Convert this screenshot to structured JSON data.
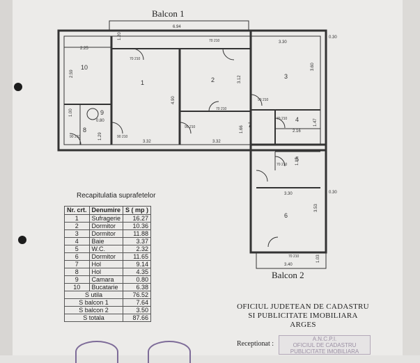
{
  "balconies": {
    "balcon1": "Balcon 1",
    "balcon2": "Balcon 2"
  },
  "rooms": [
    "1",
    "2",
    "3",
    "4",
    "5",
    "6",
    "7",
    "8",
    "9",
    "10"
  ],
  "dimensions": [
    "6.94",
    "2.25",
    "2.59",
    "4.90",
    "3.12",
    "3.30",
    "3.60",
    "2.16",
    "1.47",
    "3.32",
    "3.32",
    "1.66",
    "3.30",
    "3.53",
    "3.40",
    "1.03",
    "0.30",
    "0.30",
    "1.15",
    "1.20",
    "0.80",
    "1.29",
    "1.00"
  ],
  "doors": [
    "70 210",
    "90 210",
    "90 210",
    "70 210",
    "70 210",
    "70 210",
    "70 210",
    "90 210",
    "90 210",
    "70 210"
  ],
  "recap": {
    "title": "Recapitulatia suprafetelor",
    "headers": {
      "nr": "Nr. crt.",
      "name": "Denumire",
      "area": "S ( mp )"
    },
    "rows": [
      {
        "nr": "1",
        "name": "Sufragerie",
        "area": "16.27"
      },
      {
        "nr": "2",
        "name": "Dormitor",
        "area": "10.36"
      },
      {
        "nr": "3",
        "name": "Dormitor",
        "area": "11.88"
      },
      {
        "nr": "4",
        "name": "Baie",
        "area": "3.37"
      },
      {
        "nr": "5",
        "name": "W.C.",
        "area": "2.32"
      },
      {
        "nr": "6",
        "name": "Dormitor",
        "area": "11.65"
      },
      {
        "nr": "7",
        "name": "Hol",
        "area": "9.14"
      },
      {
        "nr": "8",
        "name": "Hol",
        "area": "4.35"
      },
      {
        "nr": "9",
        "name": "Camara",
        "area": "0.80"
      },
      {
        "nr": "10",
        "name": "Bucatarie",
        "area": "6.38"
      }
    ],
    "totals": [
      {
        "label": "S utila",
        "value": "76.52"
      },
      {
        "label": "S balcon 1",
        "value": "7.64"
      },
      {
        "label": "S balcon 2",
        "value": "3.50"
      },
      {
        "label": "S totala",
        "value": "87.66"
      }
    ]
  },
  "office": {
    "line1": "OFICIUL JUDETEAN DE CADASTRU",
    "line2": "SI PUBLICITATE IMOBILIARA",
    "line3": "ARGES",
    "received_label": "Receptionat :"
  },
  "stamp": {
    "line1": "A.N.C.P.I.",
    "line2": "OFICIUL DE CADASTRU",
    "line3": "PUBLICITATE IMOBILIARA"
  }
}
